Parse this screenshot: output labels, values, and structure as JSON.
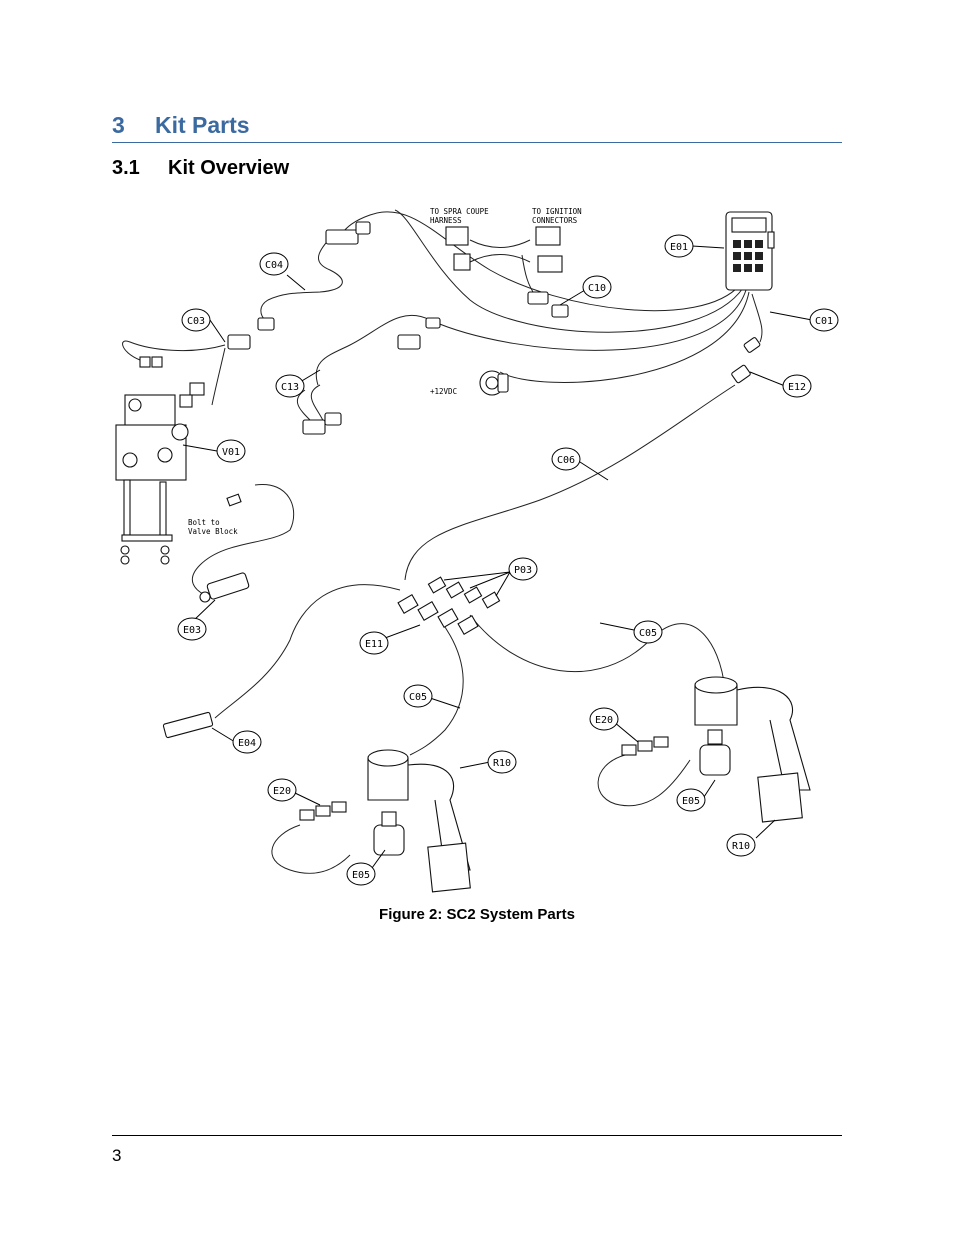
{
  "section": {
    "number": "3",
    "title": "Kit Parts"
  },
  "subsection": {
    "number": "3.1",
    "title": "Kit Overview"
  },
  "figure": {
    "caption": "Figure 2: SC2 System Parts",
    "callouts": {
      "e01": "E01",
      "c01": "C01",
      "c10": "C10",
      "e12": "E12",
      "c04": "C04",
      "c03": "C03",
      "c13": "C13",
      "v01": "V01",
      "c06": "C06",
      "p03": "P03",
      "e03": "E03",
      "e11": "E11",
      "c05a": "C05",
      "c05b": "C05",
      "e04": "E04",
      "e20a": "E20",
      "e20b": "E20",
      "r10a": "R10",
      "r10b": "R10",
      "e05a": "E05",
      "e05b": "E05"
    },
    "notes": {
      "spray_1": "TO SPRA COUPE",
      "spray_2": "HARNESS",
      "ignition_1": "TO IGNITION",
      "ignition_2": "CONNECTORS",
      "power": "+12VDC",
      "bolt_1": "Bolt to",
      "bolt_2": "Valve Block"
    }
  },
  "footer": {
    "page_number": "3"
  }
}
